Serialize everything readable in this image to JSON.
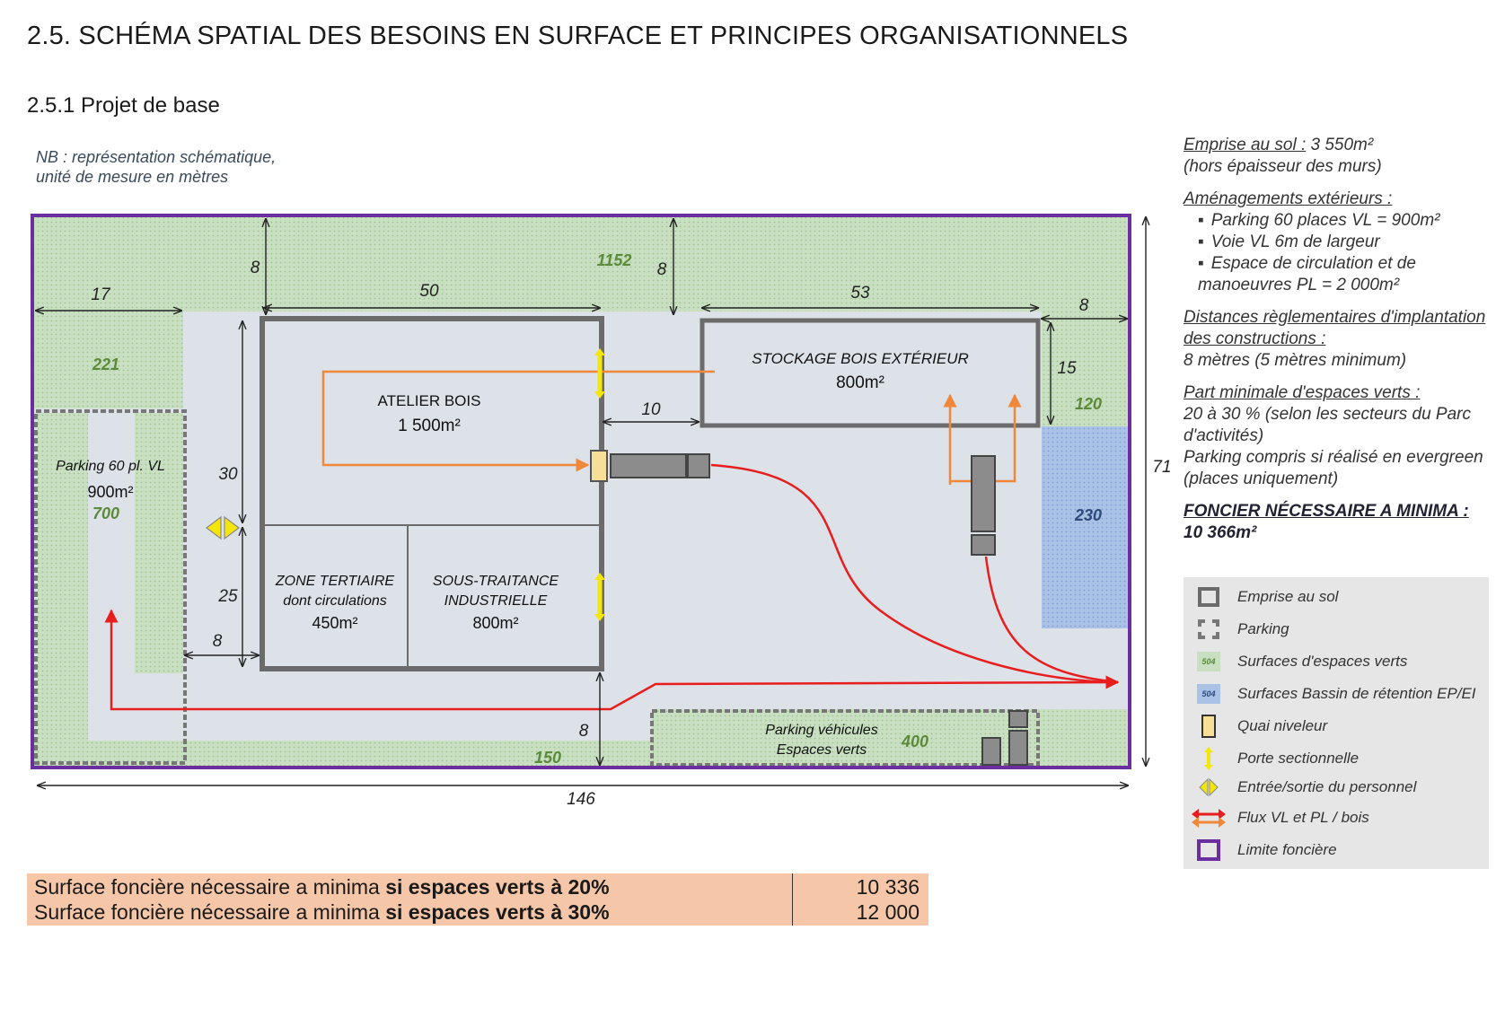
{
  "title": "2.5. SCHÉMA SPATIAL DES BESOINS EN SURFACE ET PRINCIPES ORGANISATIONNELS",
  "subtitle": "2.5.1 Projet de base",
  "note": {
    "line1": "NB : représentation schématique,",
    "line2": "unité de mesure en mètres"
  },
  "plan": {
    "atelier": {
      "name": "ATELIER BOIS",
      "area": "1 500m²"
    },
    "stockage": {
      "name": "STOCKAGE BOIS EXTÉRIEUR",
      "area": "800m²"
    },
    "tertiaire": {
      "line1": "ZONE TERTIAIRE",
      "line2": "dont circulations",
      "area": "450m²"
    },
    "sous_traitance": {
      "line1": "SOUS-TRAITANCE",
      "line2": "INDUSTRIELLE",
      "area": "800m²"
    },
    "parking_vl": {
      "name": "Parking 60 pl. VL",
      "area": "900m²",
      "green": "700"
    },
    "parking_vehicules": {
      "line1": "Parking véhicules",
      "line2": "Espaces verts",
      "green": "400"
    },
    "green_values": {
      "top": "1152",
      "left": "221",
      "right": "120",
      "bottom": "150"
    },
    "basin_value": "230",
    "dims": {
      "d17": "17",
      "d50": "50",
      "d53": "53",
      "d8_top_left": "8",
      "d8_top_mid": "8",
      "d8_right": "8",
      "d10": "10",
      "d15": "15",
      "d30": "30",
      "d25": "25",
      "d8_left": "8",
      "d8_bottom": "8",
      "d146": "146",
      "d71": "71"
    }
  },
  "info": {
    "emprise_label": "Emprise au sol :",
    "emprise_value": " 3 550m²",
    "emprise_note": "(hors épaisseur des murs)",
    "amenagements_label": "Aménagements extérieurs :",
    "amenagements_items": [
      "Parking 60 places VL = 900m²",
      "Voie VL 6m de largeur",
      "Espace de circulation et de manoeuvres PL = 2 000m²"
    ],
    "distances_label": "Distances règlementaires d'implantation des constructions :",
    "distances_value": "8 mètres (5 mètres minimum)",
    "part_label": "Part minimale d'espaces verts :",
    "part_value": "20 à 30 % (selon les secteurs du Parc d'activités)",
    "part_note": "Parking compris si réalisé en evergreen (places uniquement)",
    "foncier_label": "FONCIER NÉCESSAIRE A MINIMA :",
    "foncier_value": "10 366m²"
  },
  "legend": [
    {
      "label": "Emprise au sol"
    },
    {
      "label": "Parking"
    },
    {
      "label": "Surfaces d'espaces verts",
      "tag": "504"
    },
    {
      "label": "Surfaces Bassin de rétention EP/EI",
      "tag": "504"
    },
    {
      "label": "Quai niveleur"
    },
    {
      "label": "Porte sectionnelle"
    },
    {
      "label": "Entrée/sortie du personnel"
    },
    {
      "label": "Flux VL et PL / bois"
    },
    {
      "label": "Limite foncière"
    }
  ],
  "summary": [
    {
      "prefix": "Surface foncière nécessaire a minima ",
      "bold": "si espaces verts à 20%",
      "value": "10 336"
    },
    {
      "prefix": "Surface foncière nécessaire a minima ",
      "bold": "si espaces verts à 30%",
      "value": "12 000"
    }
  ],
  "colors": {
    "green": "#c9dfc2",
    "green_text": "#5b8a3a",
    "blue": "#aac2e6",
    "blue_text": "#2d4a7a",
    "ground": "#dde1e8",
    "wall": "#6b6b6b",
    "boundary": "#6a2ea0",
    "flow_red": "#e81e1e",
    "flow_orange": "#f0883c",
    "dock": "#f8df98",
    "door": "#f5e60a"
  }
}
